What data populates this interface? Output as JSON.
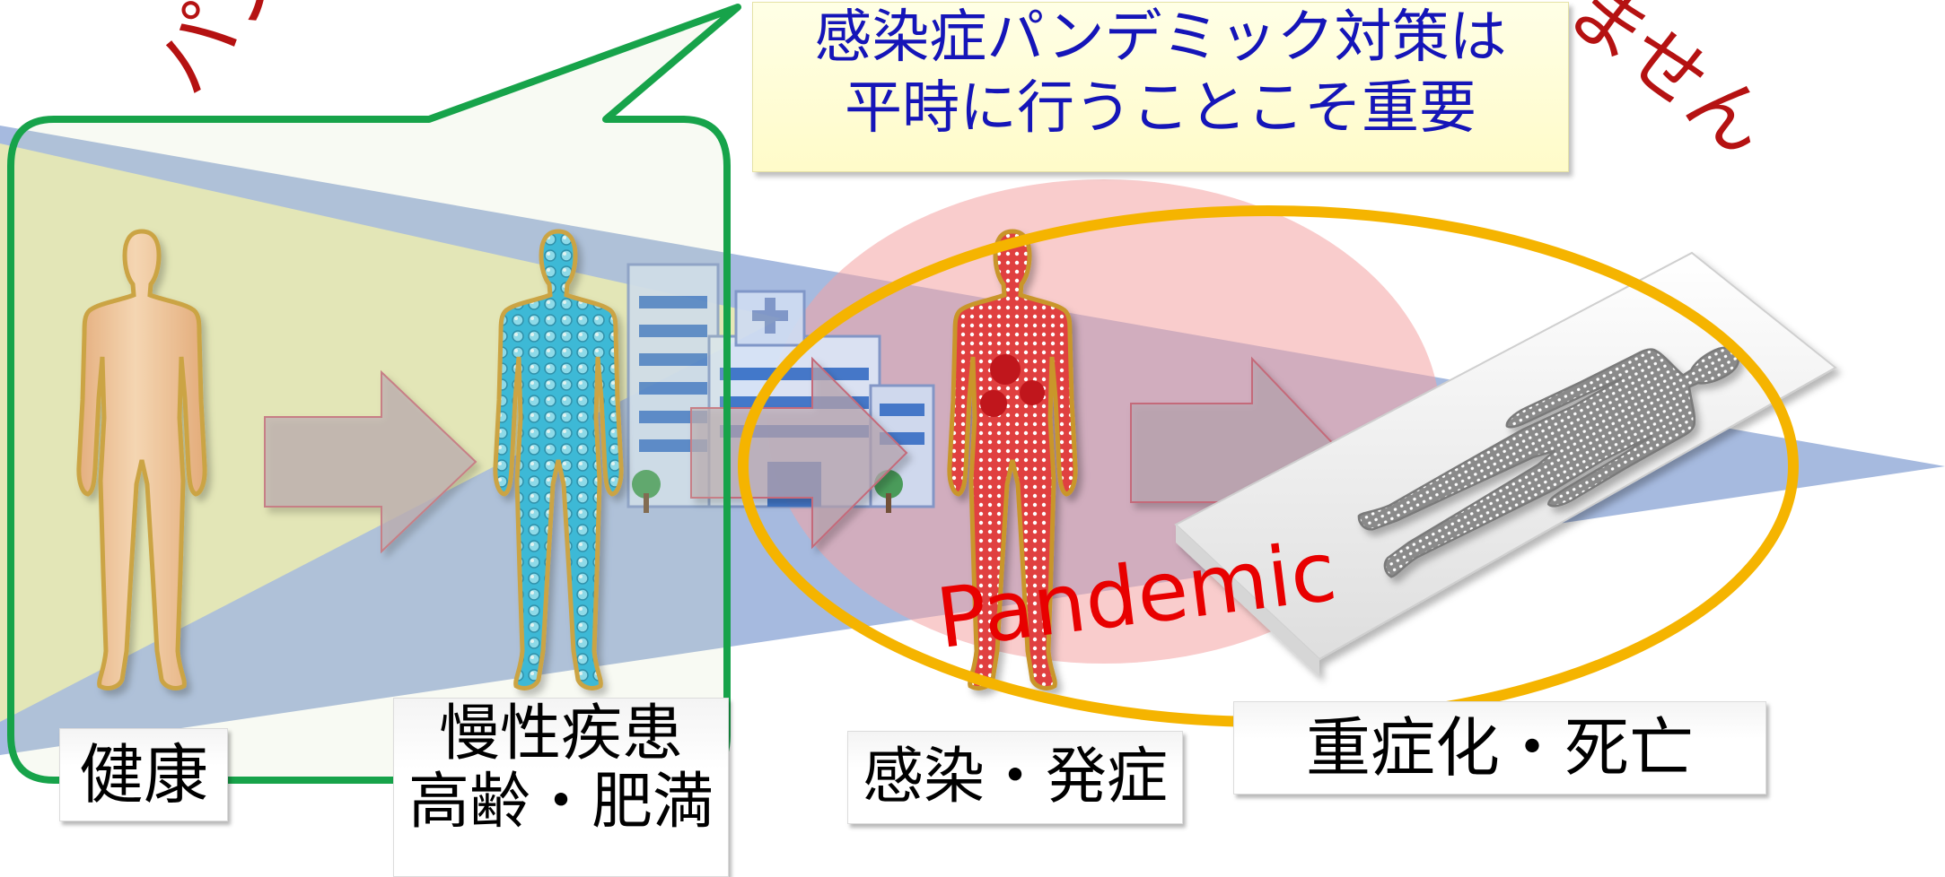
{
  "headline": {
    "line1": "感染症パンデミック対策は",
    "line2": "平時に行うことこそ重要"
  },
  "top_left_fragment": "パンデ",
  "top_right_fragment": "ません",
  "pandemic_label": "Pandemic",
  "stages": [
    {
      "line1": "健康",
      "line2": ""
    },
    {
      "line1": "慢性疾患",
      "line2": "高齢・肥満"
    },
    {
      "line1": "感染・発症",
      "line2": ""
    },
    {
      "line1": "重症化・死亡",
      "line2": ""
    }
  ],
  "colors": {
    "headline_text": "#1515b8",
    "callout_border": "#17a34a",
    "pandemic_ellipse": "#f5b400",
    "pandemic_text": "#e80000",
    "wedge_blue": "#6f8fcc",
    "wedge_yellow": "#fbf6a8",
    "risk_pink": "#f4a3a3",
    "skin": "#f3b98a",
    "chronic": "#1fb0dc",
    "infected": "#e04141",
    "deceased": "#8a8a8a"
  }
}
